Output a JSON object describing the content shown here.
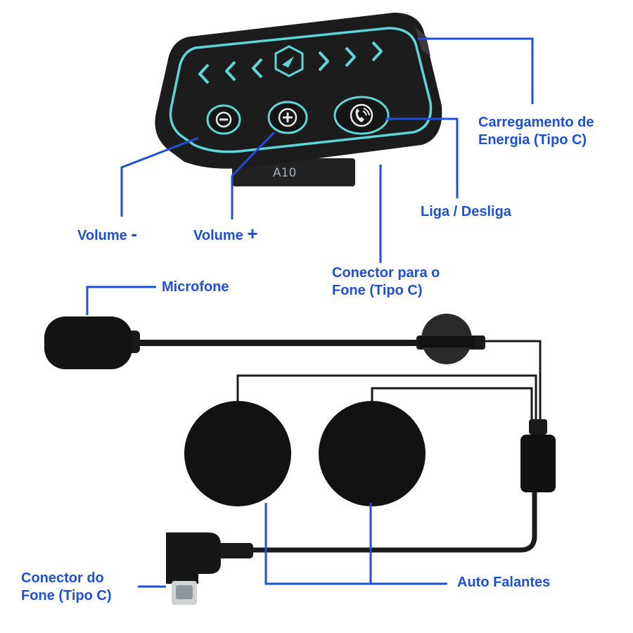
{
  "device": {
    "model_label": "A10",
    "accent_color": "#5fd6d6",
    "body_color": "#1c1c1c"
  },
  "callouts": {
    "volume_minus": {
      "text": "Volume",
      "symbol": "-"
    },
    "volume_plus": {
      "text": "Volume",
      "symbol": "+"
    },
    "charging": {
      "line1": "Carregamento de",
      "line2": "Energia (Tipo C)"
    },
    "power": {
      "text": "Liga / Desliga"
    },
    "headset_connector": {
      "line1": "Conector para o",
      "line2": "Fone (Tipo C)"
    },
    "microphone": {
      "text": "Microfone"
    },
    "earphone_connector": {
      "line1": "Conector do",
      "line2": "Fone (Tipo C)"
    },
    "speakers": {
      "text": "Auto Falantes"
    }
  },
  "icons": [
    "chevron-left-icon",
    "logo-icon",
    "chevron-right-icon",
    "minus-icon",
    "plus-icon",
    "phone-icon"
  ],
  "leader_color": "#1f4fd8"
}
